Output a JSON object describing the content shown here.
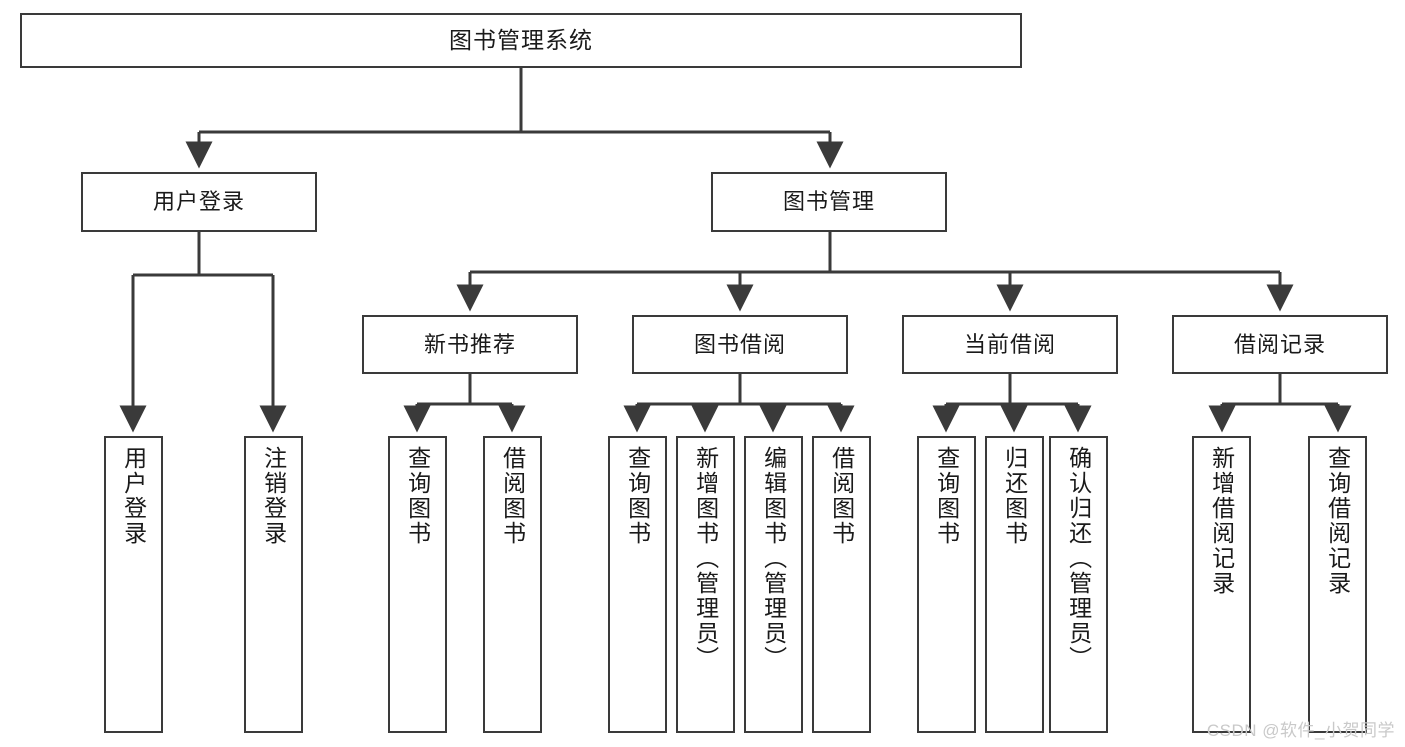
{
  "diagram": {
    "title_box": {
      "label": "图书管理系统"
    },
    "level2": [
      {
        "id": "user-login",
        "label": "用户登录"
      },
      {
        "id": "book-manage",
        "label": "图书管理"
      }
    ],
    "level3": [
      {
        "id": "new-book-recommend",
        "label": "新书推荐"
      },
      {
        "id": "book-borrow",
        "label": "图书借阅"
      },
      {
        "id": "current-borrow",
        "label": "当前借阅"
      },
      {
        "id": "borrow-record",
        "label": "借阅记录"
      }
    ],
    "leaves": [
      {
        "id": "leaf-user-login",
        "label": "用户登录"
      },
      {
        "id": "leaf-logout-login",
        "label": "注销登录"
      },
      {
        "id": "leaf-query-book-1",
        "label": "查询图书"
      },
      {
        "id": "leaf-borrow-book-1",
        "label": "借阅图书"
      },
      {
        "id": "leaf-query-book-2",
        "label": "查询图书"
      },
      {
        "id": "leaf-add-book-admin",
        "label": "新增图书（管理员）"
      },
      {
        "id": "leaf-edit-book-admin",
        "label": "编辑图书（管理员）"
      },
      {
        "id": "leaf-borrow-book-2",
        "label": "借阅图书"
      },
      {
        "id": "leaf-query-book-3",
        "label": "查询图书"
      },
      {
        "id": "leaf-return-book",
        "label": "归还图书"
      },
      {
        "id": "leaf-confirm-return-admin",
        "label": "确认归还（管理员）"
      },
      {
        "id": "leaf-add-borrow-record",
        "label": "新增借阅记录"
      },
      {
        "id": "leaf-query-borrow-record",
        "label": "查询借阅记录"
      }
    ],
    "watermark": "CSDN @软件_小贺同学",
    "colors": {
      "stroke": "#3a3a3a",
      "background": "#ffffff",
      "text": "#1a1a1a",
      "watermark": "#c9c9c9"
    }
  }
}
